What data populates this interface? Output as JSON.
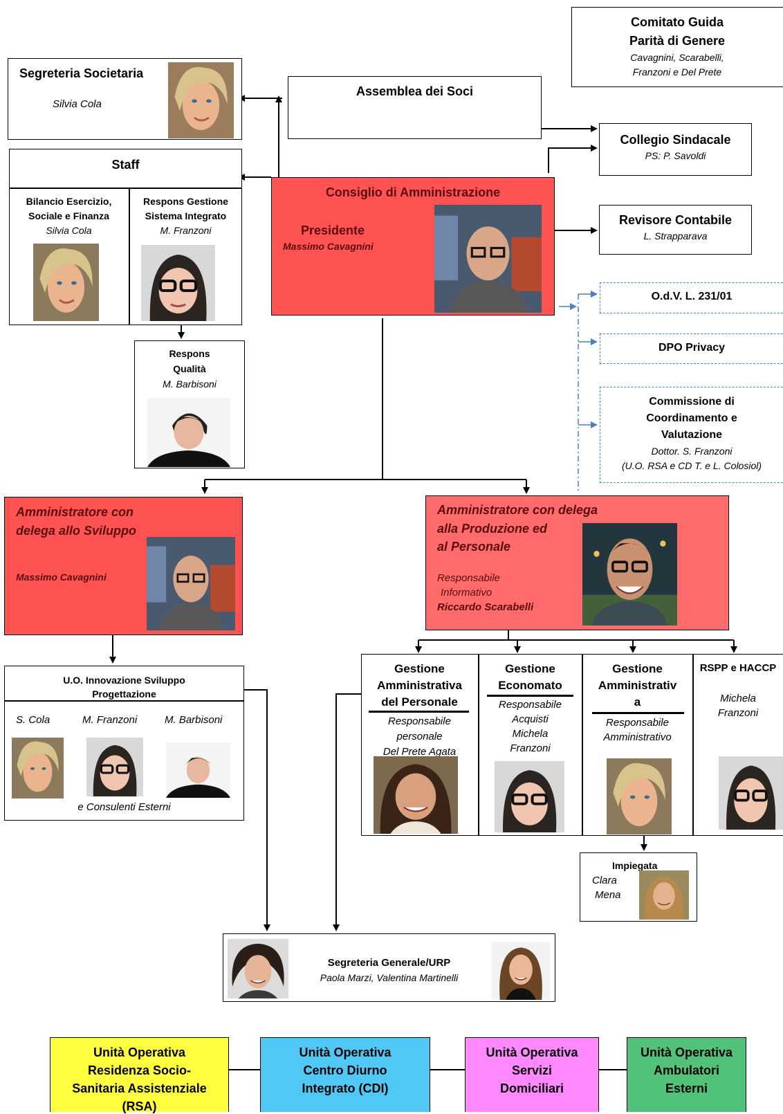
{
  "comitato": {
    "title1": "Comitato Guida",
    "title2": "Parità di Genere",
    "names1": "Cavagnini, Scarabelli,",
    "names2": "Franzoni e Del Prete"
  },
  "segreteria_societaria": {
    "title": "Segreteria Societaria",
    "name": "Silvia Cola"
  },
  "assemblea": {
    "title": "Assemblea dei Soci"
  },
  "collegio": {
    "title": "Collegio Sindacale",
    "name": "PS: P. Savoldi"
  },
  "staff": {
    "title": "Staff",
    "left": {
      "line1": "Bilancio Esercizio,",
      "line2": "Sociale e Finanza",
      "name": "Silvia Cola"
    },
    "right": {
      "line1": "Respons Gestione",
      "line2": "Sistema Integrato",
      "name": "M. Franzoni"
    }
  },
  "cda": {
    "title": "Consiglio di Amministrazione",
    "role": "Presidente",
    "name": "Massimo Cavagnini"
  },
  "revisore": {
    "title": "Revisore Contabile",
    "name": "L. Strapparava"
  },
  "odv": {
    "title": "O.d.V. L. 231/01"
  },
  "dpo": {
    "title": "DPO Privacy"
  },
  "commissione": {
    "line1": "Commissione di",
    "line2": "Coordinamento e",
    "line3": "Valutazione",
    "name1": "Dottor. S. Franzoni",
    "name2": "(U.O. RSA e CD T. e L. Colosiol)"
  },
  "qualita": {
    "line1": "Respons",
    "line2": "Qualità",
    "name": "M. Barbisoni"
  },
  "amm_sviluppo": {
    "line1": "Amministratore con",
    "line2": "delega allo Sviluppo",
    "name": "Massimo Cavagnini"
  },
  "amm_produzione": {
    "line1": "Amministratore con delega",
    "line2": "alla Produzione ed",
    "line3": "al Personale",
    "role1": "Responsabile",
    "role2": "Informativo",
    "name": "Riccardo Scarabelli"
  },
  "uo_innovazione": {
    "line1": "U.O. Innovazione Sviluppo",
    "line2": "Progettazione",
    "names": [
      "S. Cola",
      "M. Franzoni",
      "M. Barbisoni"
    ],
    "footer": "e Consulenti Esterni"
  },
  "gestioni": [
    {
      "t1": "Gestione",
      "t2": "Amministrativa",
      "t3": "del Personale",
      "r1": "Responsabile",
      "r2": "personale",
      "r3": "Del Prete Agata"
    },
    {
      "t1": "Gestione",
      "t2": "Economato",
      "r1": "Responsabile",
      "r2": "Acquisti",
      "r3": "Michela",
      "r4": "Franzoni"
    },
    {
      "t1": "Gestione",
      "t2": "Amministrativ",
      "t3": "a",
      "r1": "Responsabile",
      "r2": "Amministrativo"
    },
    {
      "t1": "RSPP e HACCP",
      "r1": "Michela",
      "r2": "Franzoni"
    }
  ],
  "impiegata": {
    "title": "Impiegata",
    "name1": "Clara",
    "name2": "Mena"
  },
  "segreteria_generale": {
    "title": "Segreteria Generale/URP",
    "names": "Paola Marzi, Valentina Martinelli"
  },
  "unita": [
    {
      "l1": "Unità Operativa",
      "l2": "Residenza Socio-",
      "l3": "Sanitaria Assistenziale",
      "l4": "(RSA)",
      "color": "#ffff40"
    },
    {
      "l1": "Unità Operativa",
      "l2": "Centro Diurno",
      "l3": "Integrato (CDI)",
      "color": "#4fc8f5"
    },
    {
      "l1": "Unità Operativa",
      "l2": "Servizi",
      "l3": "Domiciliari",
      "color": "#ff88ff"
    },
    {
      "l1": "Unità Operativa",
      "l2": "Ambulatori",
      "l3": "Esterni",
      "color": "#52c27a"
    }
  ],
  "colors": {
    "red_box": "#ff5252",
    "dashed_blue": "#4a7fc1"
  }
}
